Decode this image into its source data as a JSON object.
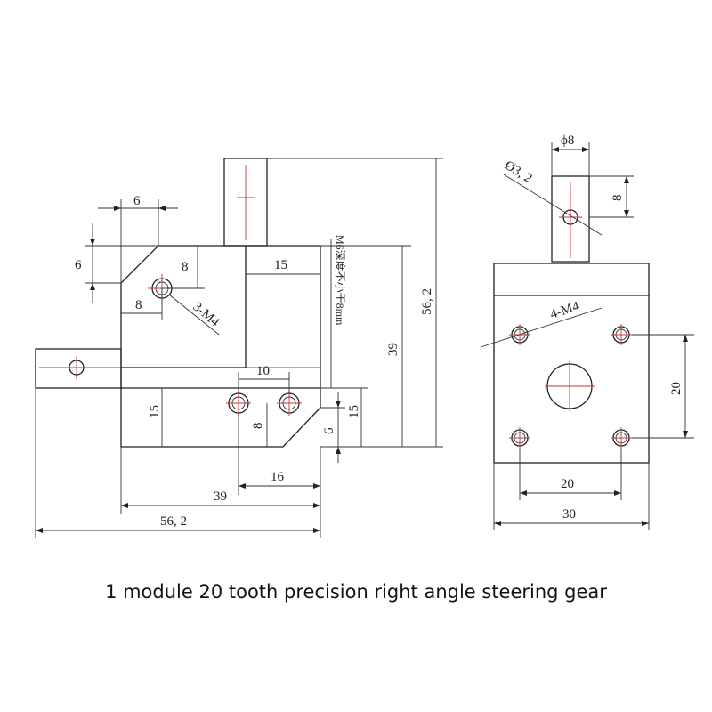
{
  "caption": "1 module 20 tooth precision right angle steering gear",
  "dims": {
    "d6_top": "6",
    "d6_left": "6",
    "d8_vert": "8",
    "d15_top": "15",
    "d8_horiz": "8",
    "d3m4": "3-M4",
    "d39_right": "39",
    "d562_right": "56, 2",
    "m6_note": "M6深度不小于8mm",
    "d10": "10",
    "d15_left": "15",
    "d8_small": "8",
    "d15_right": "15",
    "d6_bottom": "6",
    "d16": "16",
    "d39_bottom": "39",
    "d562_bottom": "56, 2",
    "phi8": "ϕ8",
    "phi32": "Ø3, 2",
    "d8_shaft": "8",
    "d4m4": "4-M4",
    "d20_vert": "20",
    "d20_horiz": "20",
    "d30": "30"
  }
}
